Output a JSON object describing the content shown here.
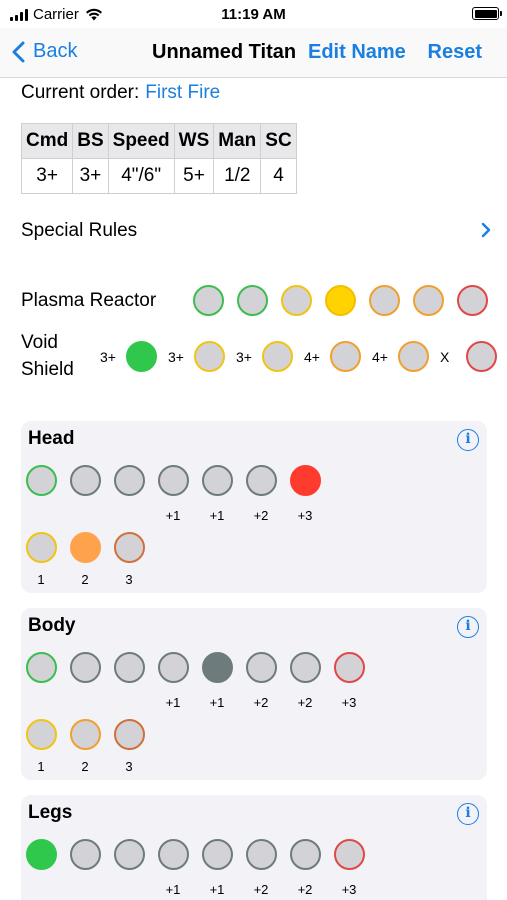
{
  "status": {
    "carrier": "Carrier",
    "time": "11:19 AM"
  },
  "nav": {
    "back": "Back",
    "title": "Unnamed Titan",
    "edit": "Edit Name",
    "reset": "Reset"
  },
  "order": {
    "label": "Current order:",
    "value": "First Fire"
  },
  "stats": {
    "headers": [
      "Cmd",
      "BS",
      "Speed",
      "WS",
      "Man",
      "SC"
    ],
    "values": [
      "3+",
      "3+",
      "4\"/6\"",
      "5+",
      "1/2",
      "4"
    ]
  },
  "special_rules": "Special Rules",
  "reactor": {
    "label": "Plasma Reactor",
    "levels": [
      {
        "color": "green",
        "filled": false
      },
      {
        "color": "green",
        "filled": false
      },
      {
        "color": "yellow",
        "filled": false
      },
      {
        "color": "yellow",
        "filled": true
      },
      {
        "color": "orange",
        "filled": false
      },
      {
        "color": "orange",
        "filled": false
      },
      {
        "color": "red",
        "filled": false
      }
    ]
  },
  "shield": {
    "label_line1": "Void",
    "label_line2": "Shield",
    "levels": [
      {
        "save": "3+",
        "color": "green",
        "filled": true
      },
      {
        "save": "3+",
        "color": "yellow",
        "filled": false
      },
      {
        "save": "3+",
        "color": "yellow",
        "filled": false
      },
      {
        "save": "4+",
        "color": "orange",
        "filled": false
      },
      {
        "save": "4+",
        "color": "orange",
        "filled": false
      },
      {
        "save": "X",
        "color": "red",
        "filled": false
      }
    ]
  },
  "sections": [
    {
      "title": "Head",
      "armour": [
        "",
        "",
        "",
        "+1",
        "+1",
        "+2",
        "+3"
      ],
      "armour_colors": [
        "green",
        "grey",
        "grey",
        "grey",
        "grey",
        "grey",
        "fill-red"
      ],
      "crit": [
        "1",
        "2",
        "3"
      ],
      "crit_colors": [
        "yellow",
        "fill-orange",
        "dk-orange"
      ]
    },
    {
      "title": "Body",
      "armour": [
        "",
        "",
        "",
        "+1",
        "+1",
        "+2",
        "+2",
        "+3"
      ],
      "armour_colors": [
        "green",
        "grey",
        "grey",
        "grey",
        "fill-grey",
        "grey",
        "grey",
        "red"
      ],
      "crit": [
        "1",
        "2",
        "3"
      ],
      "crit_colors": [
        "yellow",
        "orange",
        "dk-orange"
      ]
    },
    {
      "title": "Legs",
      "armour": [
        "",
        "",
        "",
        "+1",
        "+1",
        "+2",
        "+2",
        "+3"
      ],
      "armour_colors": [
        "fill-green",
        "grey",
        "grey",
        "grey",
        "grey",
        "grey",
        "grey",
        "red"
      ],
      "crit": [],
      "crit_colors": []
    }
  ],
  "colors": {
    "accent": "#1a7fe0",
    "green": "#30c84c",
    "yellow": "#ffd200",
    "orange": "#ffa24c",
    "red": "#ff3b30"
  }
}
